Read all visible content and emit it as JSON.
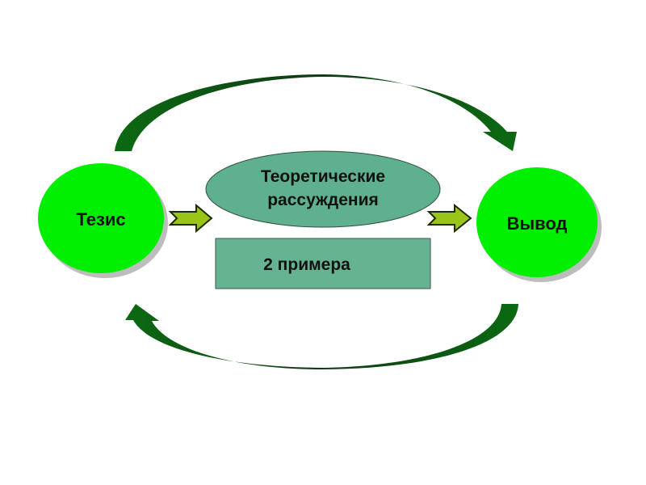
{
  "diagram": {
    "thesis": {
      "label": "Тезис"
    },
    "conclusion": {
      "label": "Вывод"
    },
    "reasoning": {
      "line1": "Теоретические",
      "line2": "рассуждения"
    },
    "examples": {
      "label": "2 примера"
    },
    "colors": {
      "circle": "#00ee00",
      "ellipse": "#5fb08e",
      "box": "#66b391",
      "small_arrow": "#99c41a",
      "curved_arrow": "#0a6a10"
    }
  }
}
